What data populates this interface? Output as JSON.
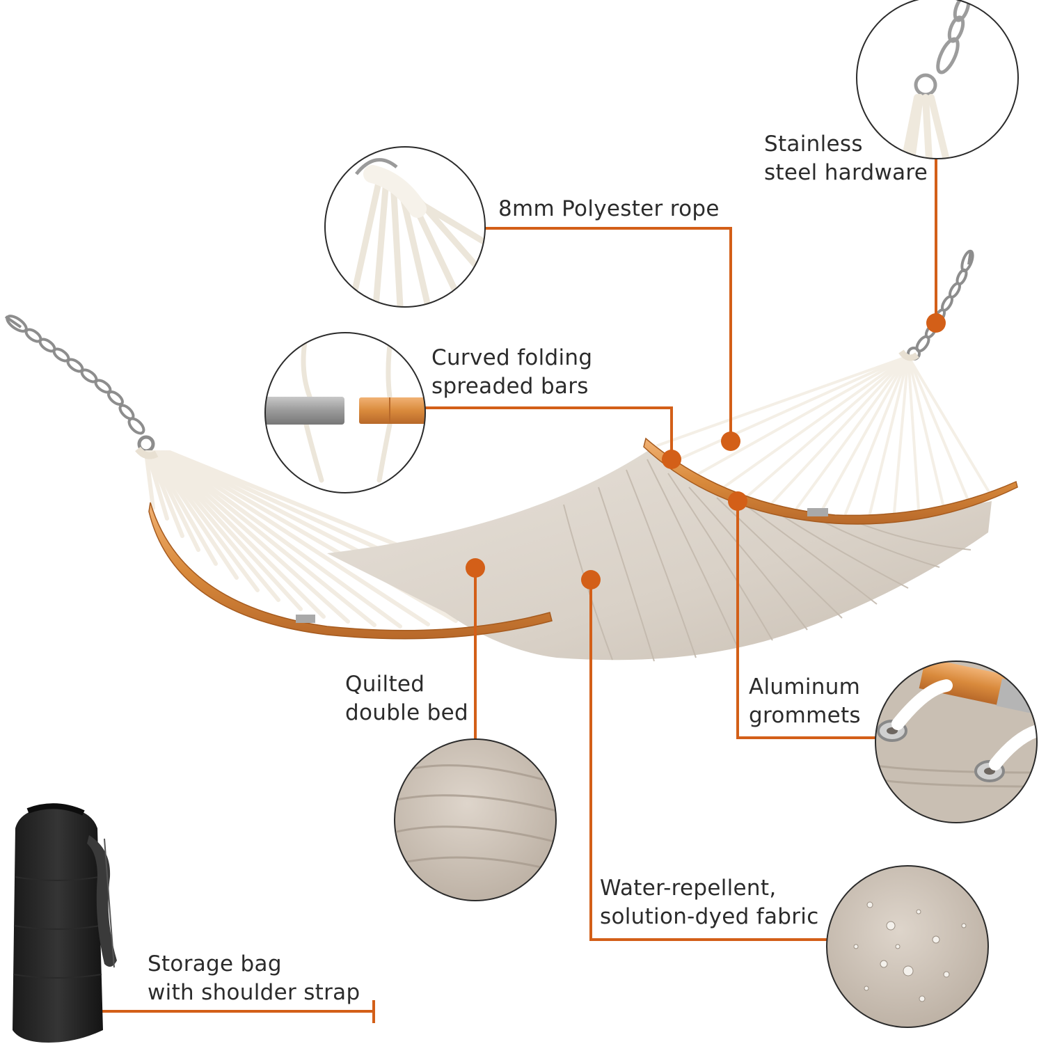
{
  "accent_color": "#d35f18",
  "callouts": {
    "hardware": {
      "line1": "Stainless",
      "line2": "steel hardware",
      "icon": "steel-chain-hardware"
    },
    "rope": {
      "line1": "8mm Polyester rope",
      "icon": "polyester-rope"
    },
    "bars": {
      "line1": "Curved folding",
      "line2": "spreaded bars",
      "icon": "folding-spreader-bar"
    },
    "bed": {
      "line1": "Quilted",
      "line2": "double bed",
      "icon": "quilted-fabric"
    },
    "grommets": {
      "line1": "Aluminum",
      "line2": "grommets",
      "icon": "aluminum-grommet"
    },
    "fabric": {
      "line1": "Water-repellent,",
      "line2": "solution-dyed fabric",
      "icon": "water-droplets-fabric"
    },
    "bag": {
      "line1": "Storage bag",
      "line2": "with shoulder strap",
      "icon": "storage-bag"
    }
  }
}
